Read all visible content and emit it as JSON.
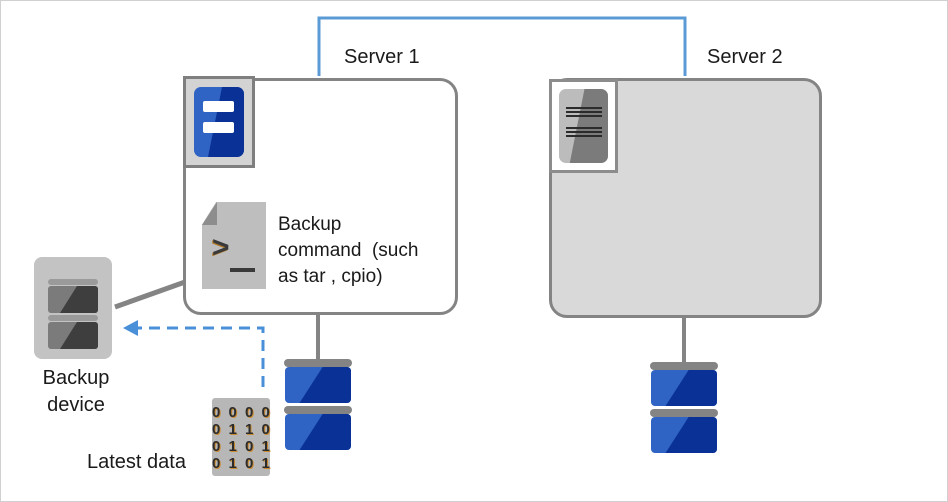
{
  "diagram": {
    "title_server1": "Server 1",
    "title_server2": "Server 2",
    "command_label": "Backup\ncommand  (such\nas tar , cpio)",
    "backup_device_label": "Backup\ndevice",
    "latest_data_label": "Latest data",
    "binary_rows": [
      "0 0 0 0",
      "0 1 1 0",
      "0 1 0 1",
      "0 1 0 1"
    ],
    "colors": {
      "network_link": "#5b9bd5",
      "dashed_arrow": "#4a90d9",
      "connector_gray": "#848484",
      "server_border": "#848484",
      "server2_fill": "#d9d9d9",
      "disk_blue_light": "#2f63c4",
      "disk_blue_dark": "#0a3296",
      "icon_gray": "#bebebe",
      "text": "#1a1a1a"
    },
    "icons": {
      "server1_badge": "server-blue-icon",
      "server2_badge": "server-gray-icon",
      "command_doc": "terminal-document-icon",
      "backup_device": "tape-device-icon",
      "latest_data": "binary-data-icon",
      "disk_stack": "disk-stack-icon"
    }
  }
}
